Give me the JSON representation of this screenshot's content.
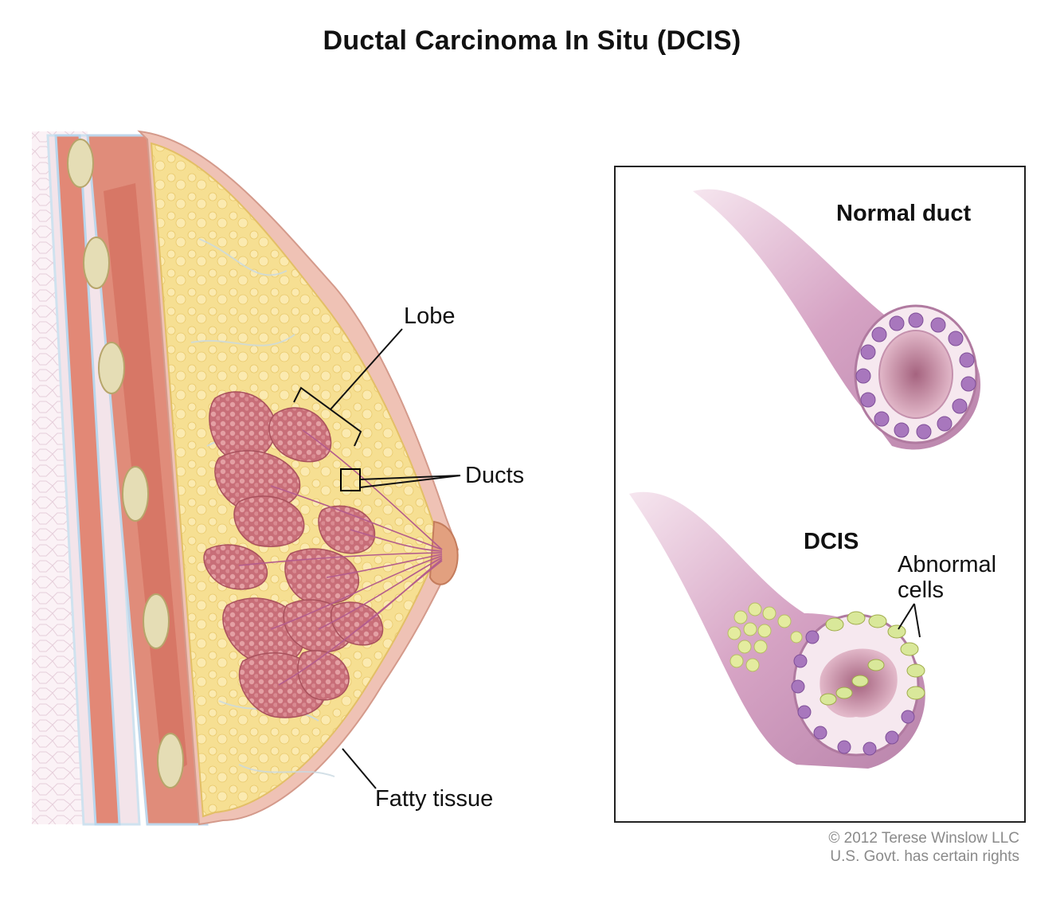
{
  "title": "Ductal Carcinoma In Situ (DCIS)",
  "breast_labels": {
    "lobe": "Lobe",
    "ducts": "Ducts",
    "fatty_tissue": "Fatty tissue"
  },
  "inset": {
    "normal_duct": "Normal duct",
    "dcis": "DCIS",
    "abnormal_cells_line1": "Abnormal",
    "abnormal_cells_line2": "cells"
  },
  "copyright": {
    "line1": "© 2012 Terese Winslow LLC",
    "line2": "U.S. Govt. has certain rights"
  },
  "colors": {
    "fat": "#f4dc8c",
    "muscle": "#d9857a",
    "lobule": "#c9707a",
    "duct_wall": "#d8a8c8",
    "normal_cell_nucleus": "#a877bd",
    "abnormal_cell": "#d9e89a"
  }
}
